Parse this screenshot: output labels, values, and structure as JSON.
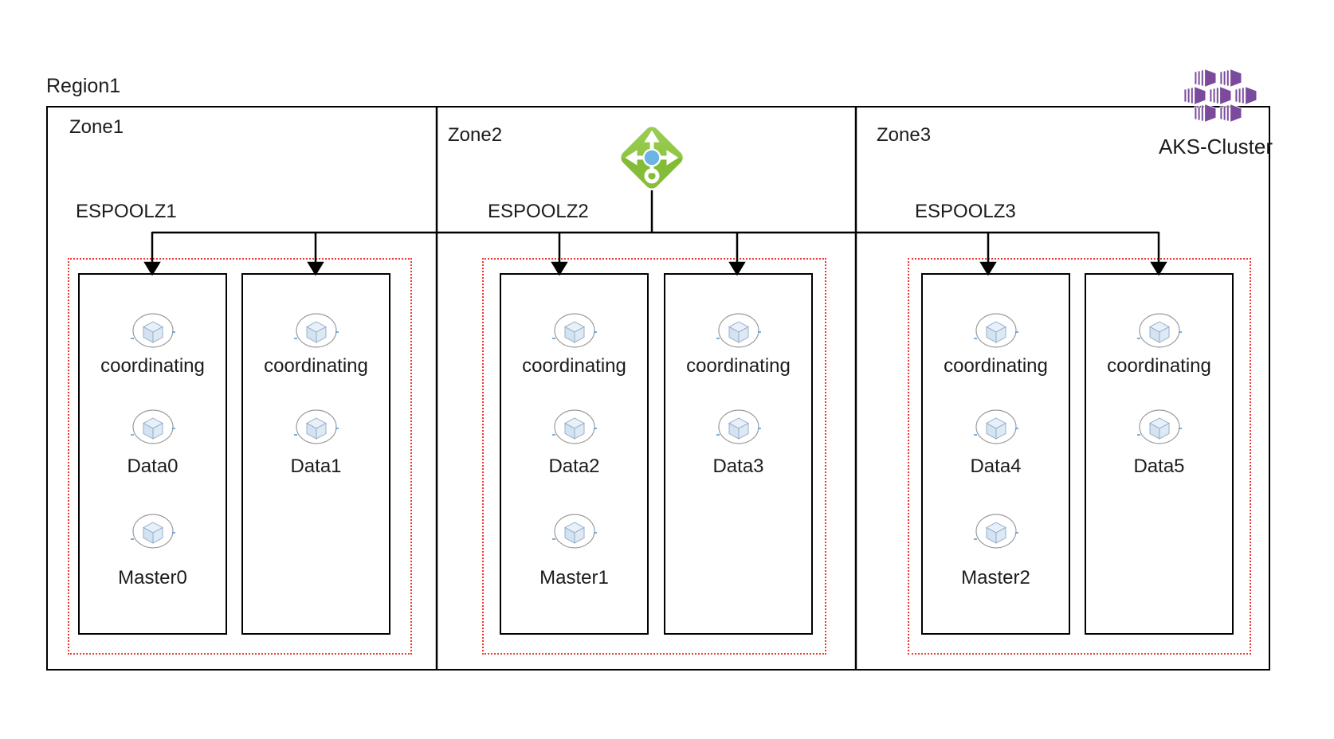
{
  "region_label": "Region1",
  "cluster_label": "AKS-Cluster",
  "zones": [
    {
      "label": "Zone1",
      "pool_label": "ESPOOLZ1",
      "pods": [
        [
          "coordinating",
          "Data0",
          "Master0"
        ],
        [
          "coordinating",
          "Data1"
        ]
      ]
    },
    {
      "label": "Zone2",
      "pool_label": "ESPOOLZ2",
      "pods": [
        [
          "coordinating",
          "Data2",
          "Master1"
        ],
        [
          "coordinating",
          "Data3"
        ]
      ]
    },
    {
      "label": "Zone3",
      "pool_label": "ESPOOLZ3",
      "pods": [
        [
          "coordinating",
          "Data4",
          "Master2"
        ],
        [
          "coordinating",
          "Data5"
        ]
      ]
    }
  ],
  "icons": {
    "load_balancer": "azure-load-balancer",
    "pod": "kubernetes-pod-cube",
    "aks": "aks-cluster-containers"
  },
  "colors": {
    "line_black": "#000000",
    "pool_border_red": "#f0372e",
    "lb_green": "#8cc43f",
    "lb_center_blue": "#6cb4e4",
    "aks_purple": "#7a4b9c",
    "pod_circle_gray": "#9b9b9b",
    "pod_cube_fill": "#d4e3f1",
    "pod_cube_stroke": "#8fa8c5",
    "pod_connector_blue": "#5b9bd5"
  }
}
